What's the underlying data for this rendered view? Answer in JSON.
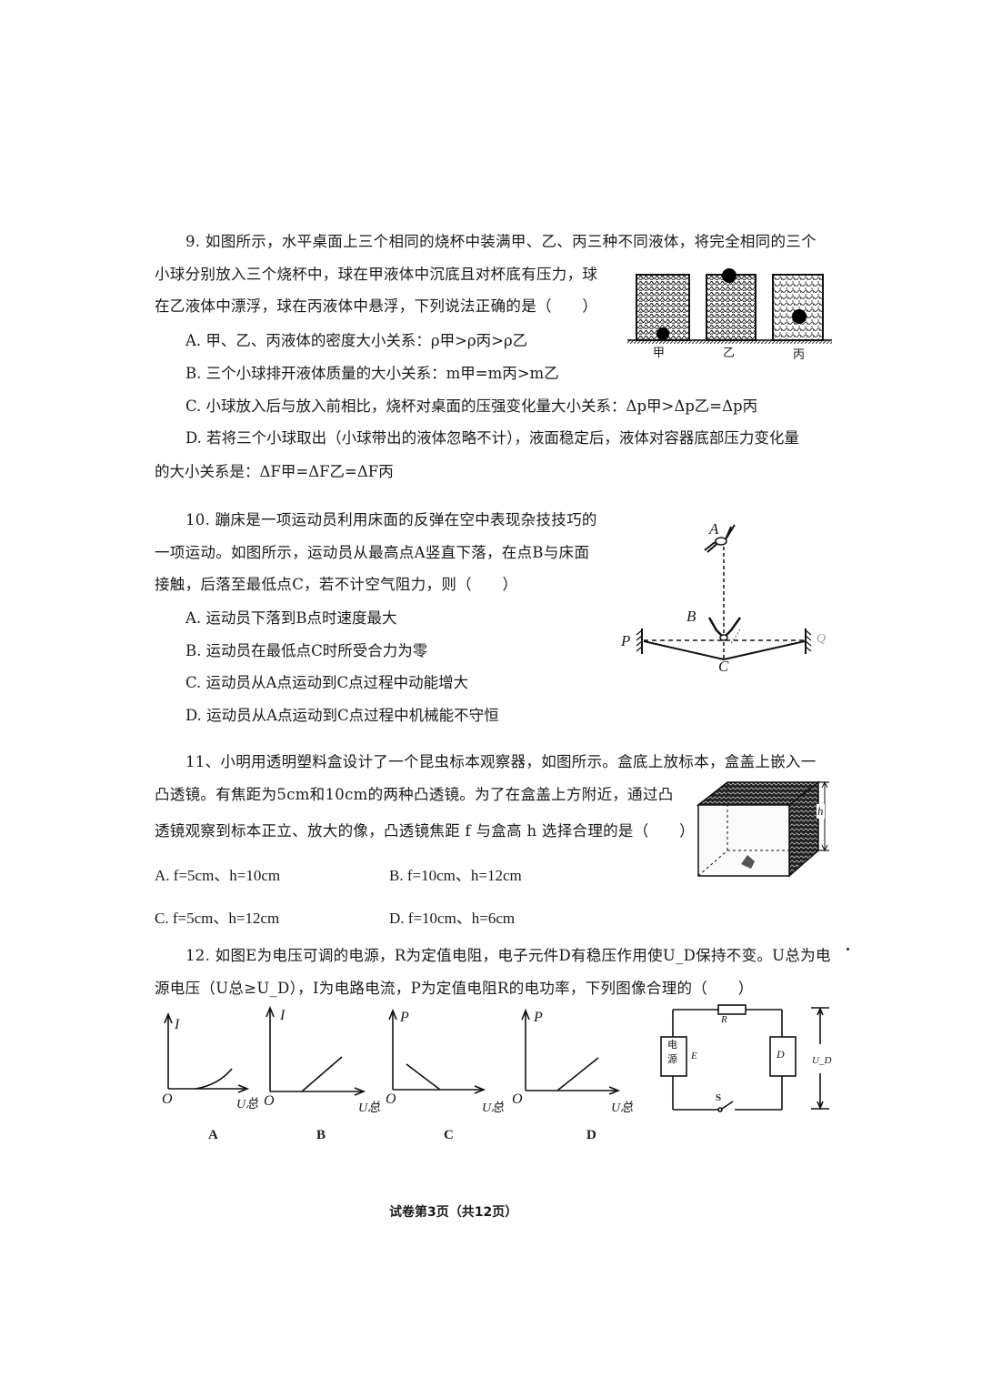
{
  "q9": {
    "lines": [
      "9. 如图所示，水平桌面上三个相同的烧杯中装满甲、乙、丙三种不同液体，将完全相同的三个",
      "小球分别放入三个烧杯中，球在甲液体中沉底且对杯底有压力，球",
      "在乙液体中漂浮，球在丙液体中悬浮，下列说法正确的是（　　）"
    ],
    "options": {
      "A": "A. 甲、乙、丙液体的密度大小关系：ρ甲>ρ丙>ρ乙",
      "B": "B. 三个小球排开液体质量的大小关系：m甲=m丙>m乙",
      "C": "C. 小球放入后与放入前相比，烧杯对桌面的压强变化量大小关系：Δp甲>Δp乙=Δp丙",
      "D1": "D. 若将三个小球取出（小球带出的液体忽略不计），液面稳定后，液体对容器底部压力变化量",
      "D2": "的大小关系是：ΔF甲=ΔF乙=ΔF丙"
    },
    "figure": {
      "labels": [
        "甲",
        "乙",
        "丙"
      ]
    }
  },
  "q10": {
    "lines": [
      "10. 蹦床是一项运动员利用床面的反弹在空中表现杂技技巧的",
      "一项运动。如图所示，运动员从最高点A竖直下落，在点B与床面",
      "接触，后落至最低点C，若不计空气阻力，则（　　）"
    ],
    "options": {
      "A": "A. 运动员下落到B点时速度最大",
      "B": "B. 运动员在最低点C时所受合力为零",
      "C": "C. 运动员从A点运动到C点过程中动能增大",
      "D": "D. 运动员从A点运动到C点过程中机械能不守恒"
    },
    "figure": {
      "labels": {
        "A": "A",
        "B": "B",
        "C": "C",
        "P": "P",
        "Q": "Q"
      }
    }
  },
  "q11": {
    "lines": [
      "11、小明用透明塑料盒设计了一个昆虫标本观察器，如图所示。盒底上放标本，盒盖上嵌入一",
      "凸透镜。有焦距为5cm和10cm的两种凸透镜。为了在盒盖上方附近，通过凸",
      "透镜观察到标本正立、放大的像，凸透镜焦距 f 与盒高 h 选择合理的是（　　）"
    ],
    "options": {
      "A": "A. f=5cm、h=10cm",
      "B": "B. f=10cm、h=12cm",
      "C": "C. f=5cm、h=12cm",
      "D": "D. f=10cm、h=6cm"
    },
    "figure": {
      "height_label": "h"
    }
  },
  "q12": {
    "lines": [
      "12. 如图E为电压可调的电源，R为定值电阻，电子元件D有稳压作用使U_D保持不变。U总为电",
      "源电压（U总≥U_D），I为电路电流，P为定值电阻R的电功率，下列图像合理的（　　）"
    ],
    "graphs": [
      {
        "label": "A",
        "ylabel": "I",
        "xlabel": "U总",
        "origin": "O",
        "shape": "curve-up"
      },
      {
        "label": "B",
        "ylabel": "I",
        "xlabel": "U总",
        "origin": "O",
        "shape": "line-up"
      },
      {
        "label": "C",
        "ylabel": "P",
        "xlabel": "U总",
        "origin": "O",
        "shape": "line-down"
      },
      {
        "label": "D",
        "ylabel": "P",
        "xlabel": "U总",
        "origin": "O",
        "shape": "line-up"
      }
    ],
    "circuit": {
      "source_text1": "电",
      "source_text2": "源",
      "E": "E",
      "R": "R",
      "D": "D",
      "S": "S",
      "U": "U_D"
    }
  },
  "footer": "试卷第3页（共12页）"
}
